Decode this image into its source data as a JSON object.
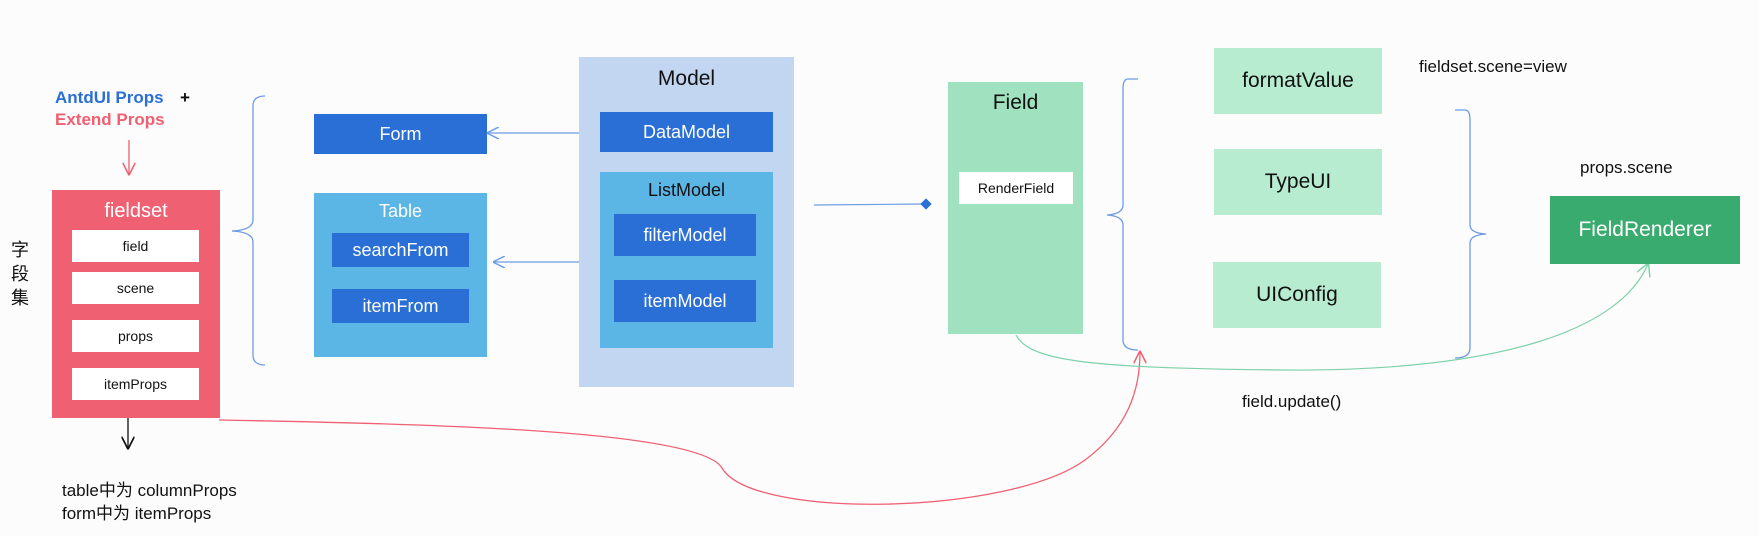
{
  "legend": {
    "antd": "AntdUI Props",
    "plus": "+",
    "extend": "Extend Props"
  },
  "side_label": [
    "字",
    "段",
    "集"
  ],
  "fieldset": {
    "title": "fieldset",
    "items": [
      "field",
      "scene",
      "props",
      "itemProps"
    ]
  },
  "notes": {
    "line1": "table中为 columnProps",
    "line2": "form中为 itemProps"
  },
  "form": {
    "label": "Form"
  },
  "table": {
    "title": "Table",
    "items": [
      "searchFrom",
      "itemFrom"
    ]
  },
  "model": {
    "title": "Model",
    "data_model": "DataModel",
    "list_model": {
      "title": "ListModel",
      "items": [
        "filterModel",
        "itemModel"
      ]
    }
  },
  "field": {
    "title": "Field",
    "render_field": "RenderField"
  },
  "render_parts": [
    "formatValue",
    "TypeUI",
    "UIConfig"
  ],
  "annotations": {
    "scene_view": "fieldset.scene=view",
    "props_scene": "props.scene",
    "field_update": "field.update()"
  },
  "renderer": {
    "label": "FieldRenderer"
  },
  "colors": {
    "red": "#ef6072",
    "blue_dark": "#2a6fd6",
    "blue_mid": "#5bb6e5",
    "blue_light": "#c2d5f1",
    "green_mid": "#a0e2bf",
    "green_light": "#b8ecd1",
    "green_dark": "#3aab6f",
    "line_blue": "#6d9be6"
  }
}
